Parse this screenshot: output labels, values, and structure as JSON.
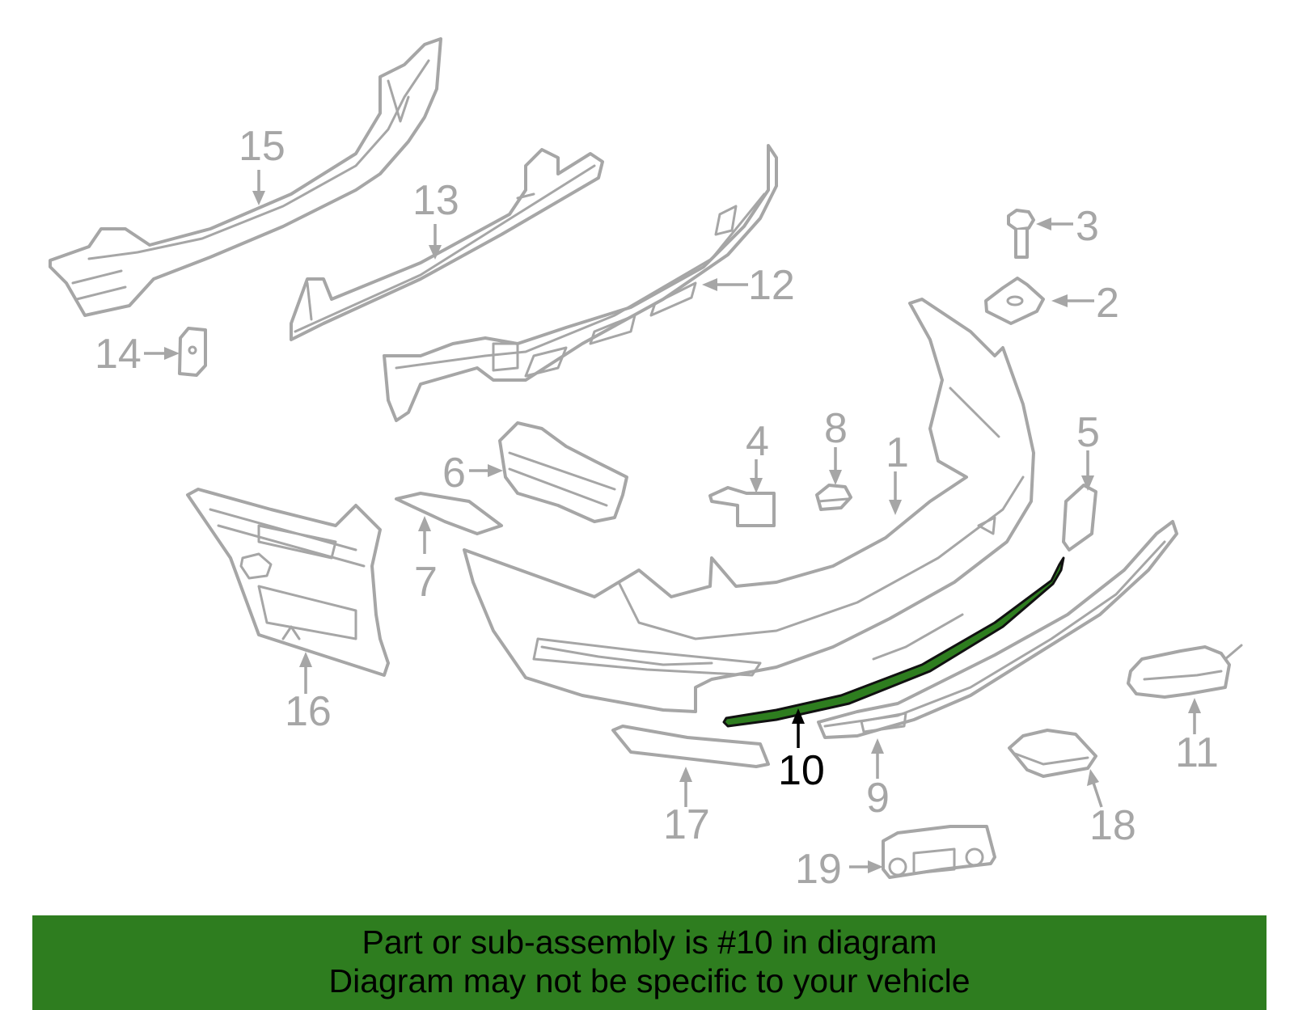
{
  "callouts": [
    {
      "id": "1",
      "label": "1"
    },
    {
      "id": "2",
      "label": "2"
    },
    {
      "id": "3",
      "label": "3"
    },
    {
      "id": "4",
      "label": "4"
    },
    {
      "id": "5",
      "label": "5"
    },
    {
      "id": "6",
      "label": "6"
    },
    {
      "id": "7",
      "label": "7"
    },
    {
      "id": "8",
      "label": "8"
    },
    {
      "id": "9",
      "label": "9"
    },
    {
      "id": "10",
      "label": "10"
    },
    {
      "id": "11",
      "label": "11"
    },
    {
      "id": "12",
      "label": "12"
    },
    {
      "id": "13",
      "label": "13"
    },
    {
      "id": "14",
      "label": "14"
    },
    {
      "id": "15",
      "label": "15"
    },
    {
      "id": "16",
      "label": "16"
    },
    {
      "id": "17",
      "label": "17"
    },
    {
      "id": "18",
      "label": "18"
    },
    {
      "id": "19",
      "label": "19"
    }
  ],
  "highlighted_part": "10",
  "colors": {
    "part_line": "#a6a6a6",
    "highlight_fill": "#2e7d1f",
    "banner_bg": "#2e7d1f",
    "active_label": "#000000"
  },
  "banner": {
    "line1": "Part or sub-assembly is #10 in diagram",
    "line2": "Diagram may not be specific to your vehicle"
  }
}
